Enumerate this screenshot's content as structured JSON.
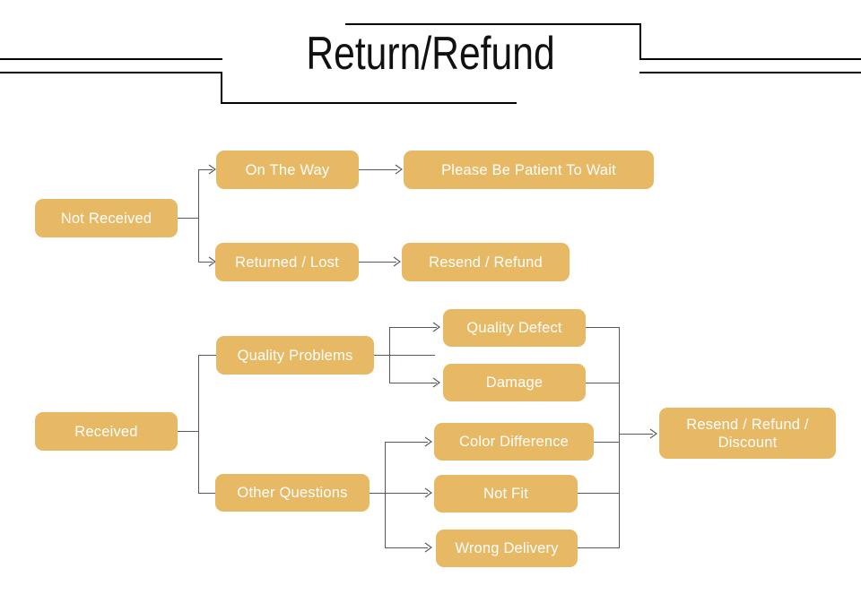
{
  "page": {
    "title": "Return/Refund",
    "background_color": "#ffffff",
    "node_color": "#e8b964",
    "node_text_color": "#ffffff",
    "connector_color": "#585858",
    "rule_color": "#000000"
  },
  "diagram": {
    "type": "flowchart",
    "orientation": "left-to-right",
    "nodes": [
      {
        "id": "not-received",
        "label": "Not Received"
      },
      {
        "id": "on-the-way",
        "label": "On The Way"
      },
      {
        "id": "please-be-patient",
        "label": "Please Be Patient To Wait"
      },
      {
        "id": "returned-lost",
        "label": "Returned / Lost"
      },
      {
        "id": "resend-refund",
        "label": "Resend / Refund"
      },
      {
        "id": "received",
        "label": "Received"
      },
      {
        "id": "quality-problems",
        "label": "Quality Problems"
      },
      {
        "id": "quality-defect",
        "label": "Quality Defect"
      },
      {
        "id": "damage",
        "label": "Damage"
      },
      {
        "id": "other-questions",
        "label": "Other Questions"
      },
      {
        "id": "color-difference",
        "label": "Color Difference"
      },
      {
        "id": "not-fit",
        "label": "Not Fit"
      },
      {
        "id": "wrong-delivery",
        "label": "Wrong Delivery"
      },
      {
        "id": "resend-refund-discount",
        "label": "Resend / Refund /\nDiscount"
      }
    ],
    "edges": [
      {
        "from": "not-received",
        "to": "on-the-way"
      },
      {
        "from": "not-received",
        "to": "returned-lost"
      },
      {
        "from": "on-the-way",
        "to": "please-be-patient"
      },
      {
        "from": "returned-lost",
        "to": "resend-refund"
      },
      {
        "from": "received",
        "to": "quality-problems"
      },
      {
        "from": "received",
        "to": "other-questions"
      },
      {
        "from": "quality-problems",
        "to": "quality-defect"
      },
      {
        "from": "quality-problems",
        "to": "damage"
      },
      {
        "from": "other-questions",
        "to": "color-difference"
      },
      {
        "from": "other-questions",
        "to": "not-fit"
      },
      {
        "from": "other-questions",
        "to": "wrong-delivery"
      },
      {
        "from": "quality-defect",
        "to": "resend-refund-discount"
      },
      {
        "from": "damage",
        "to": "resend-refund-discount"
      },
      {
        "from": "color-difference",
        "to": "resend-refund-discount"
      },
      {
        "from": "not-fit",
        "to": "resend-refund-discount"
      },
      {
        "from": "wrong-delivery",
        "to": "resend-refund-discount"
      }
    ]
  }
}
